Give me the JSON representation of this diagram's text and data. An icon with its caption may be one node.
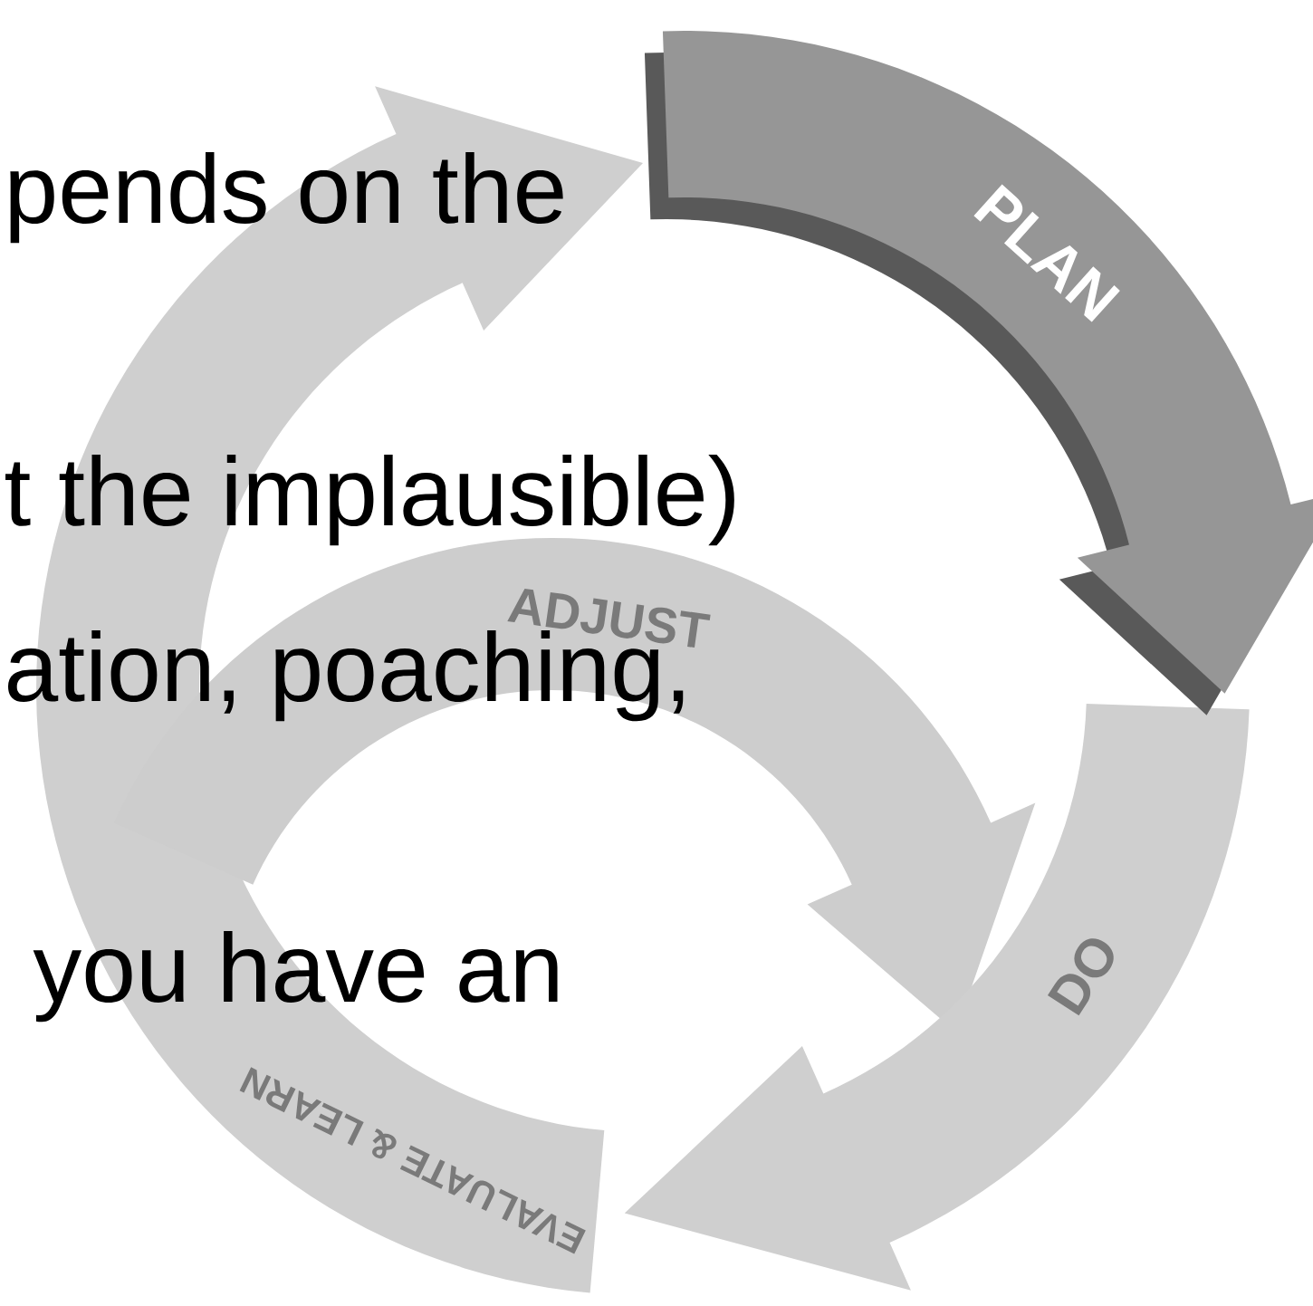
{
  "diagram": {
    "nodes": [
      {
        "text": [
          "PLAN"
        ]
      },
      {
        "text": [
          "DO"
        ]
      },
      {
        "text": [
          "EVALUATE & LEARN"
        ]
      },
      {
        "text": [
          "ADJUST"
        ]
      }
    ],
    "labels": [
      "pends on the",
      "t the implausible)",
      "ation, poaching,",
      "you have an"
    ]
  }
}
